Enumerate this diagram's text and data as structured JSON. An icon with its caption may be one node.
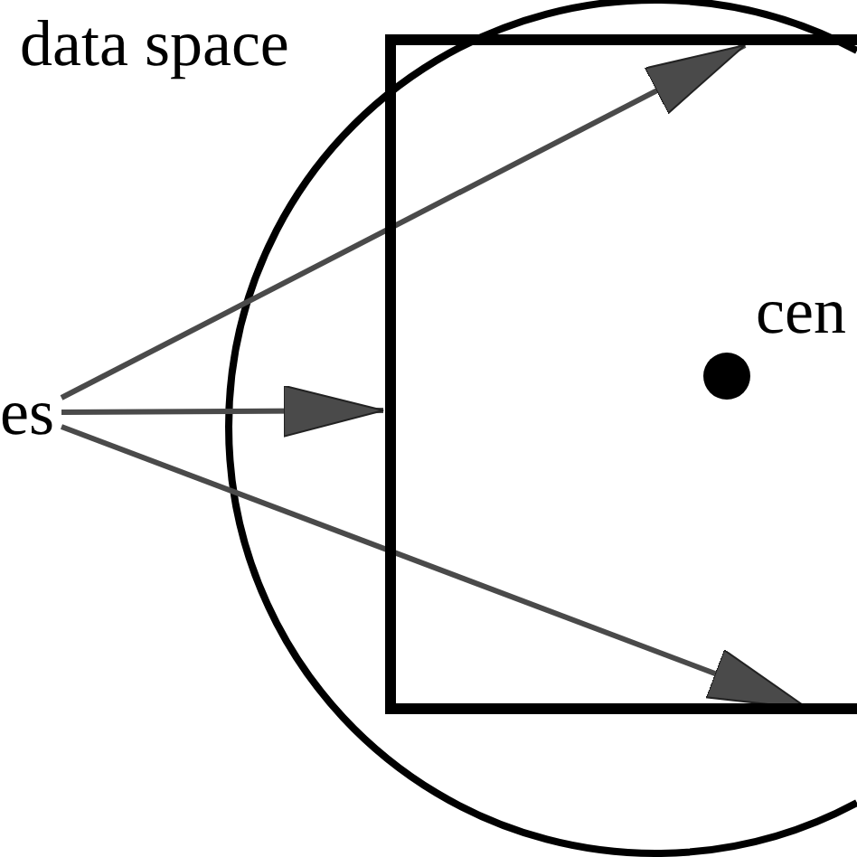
{
  "diagram": {
    "nodes": [
      {
        "text": [
          "data space"
        ]
      },
      {
        "text": [
          "es"
        ]
      }
    ],
    "edges": [
      {
        "from": 1,
        "to": 0,
        "arrow": "to"
      },
      {
        "from": 1,
        "to": 0,
        "arrow": "to"
      },
      {
        "from": 1,
        "to": 0,
        "arrow": "to"
      }
    ],
    "labels": [
      "cen"
    ]
  }
}
